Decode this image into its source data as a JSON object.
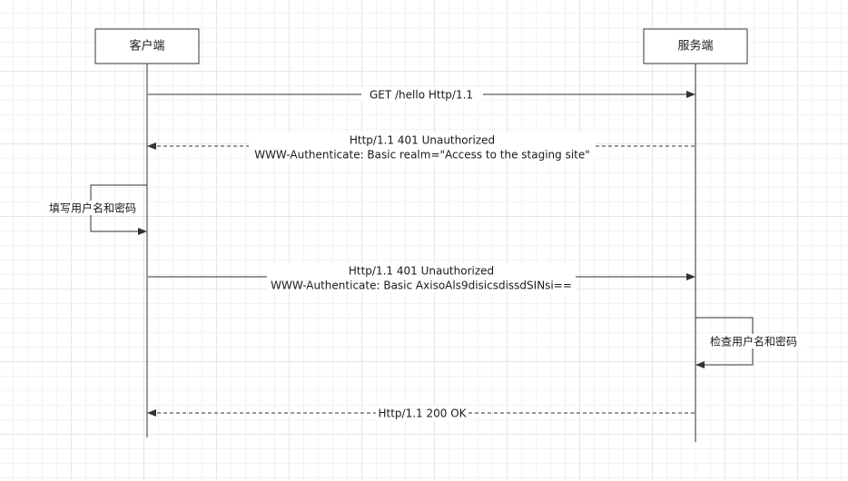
{
  "participants": {
    "client": {
      "label": "客户端"
    },
    "server": {
      "label": "服务端"
    }
  },
  "messages": [
    {
      "id": "msg-1",
      "from": "client",
      "to": "server",
      "style": "solid",
      "lines": [
        "GET /hello Http/1.1"
      ]
    },
    {
      "id": "msg-2",
      "from": "server",
      "to": "client",
      "style": "dashed",
      "lines": [
        "Http/1.1 401 Unauthorized",
        "WWW-Authenticate: Basic realm=\"Access to the staging site\""
      ]
    },
    {
      "id": "self-1",
      "from": "client",
      "to": "client",
      "style": "solid",
      "lines": [
        "填写用户名和密码"
      ]
    },
    {
      "id": "msg-3",
      "from": "client",
      "to": "server",
      "style": "solid",
      "lines": [
        "Http/1.1 401 Unauthorized",
        "WWW-Authenticate: Basic AxisoAls9disicsdissdSINsi=="
      ]
    },
    {
      "id": "self-2",
      "from": "server",
      "to": "server",
      "style": "solid",
      "lines": [
        "检查用户名和密码"
      ]
    },
    {
      "id": "msg-4",
      "from": "server",
      "to": "client",
      "style": "dashed",
      "lines": [
        "Http/1.1 200 OK"
      ]
    }
  ],
  "colors": {
    "line": "#333333",
    "box_fill": "#ffffff",
    "label_bg": "#ffffff"
  }
}
